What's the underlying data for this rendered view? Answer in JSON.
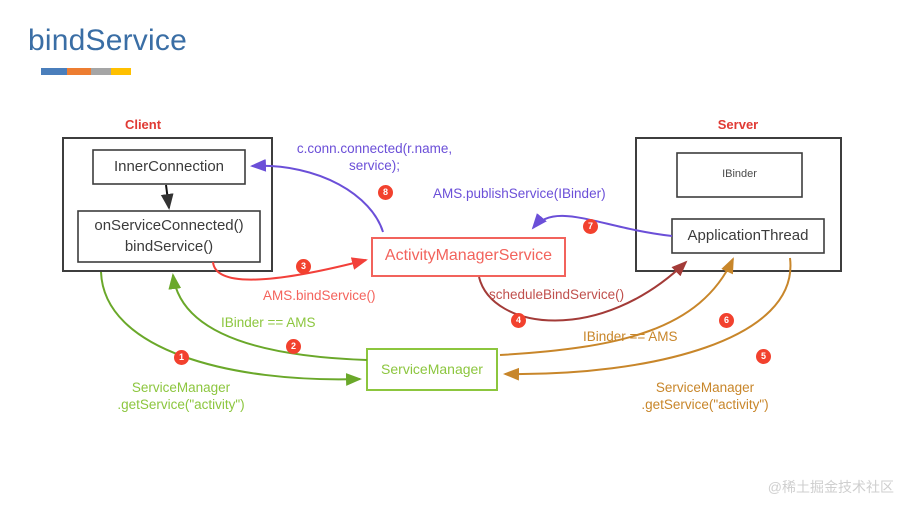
{
  "page": {
    "title": "bindService",
    "title_color": "#3a6ea5",
    "underline_segments": [
      "#4a7ebb",
      "#ed7d31",
      "#a5a5a5",
      "#ffc000"
    ],
    "watermark": "@稀土掘金技术社区"
  },
  "groups": [
    {
      "name": "client",
      "label": "Client",
      "color": "#e03a34"
    },
    {
      "name": "server",
      "label": "Server",
      "color": "#e03a34"
    }
  ],
  "nodes": {
    "inner_connection": "InnerConnection",
    "on_service_connected": "onServiceConnected()",
    "bind_service": "bindService()",
    "activity_manager_service": "ActivityManagerService",
    "service_manager": "ServiceManager",
    "ibinder": "IBinder",
    "application_thread": "ApplicationThread"
  },
  "annotations": [
    {
      "id": "a1",
      "text_line1": "ServiceManager",
      "text_line2": ".getService(\"activity\")",
      "color": "#8cc63e",
      "badge": "1"
    },
    {
      "id": "a2",
      "text_line1": "IBinder == AMS",
      "text_line2": "",
      "color": "#8cc63e",
      "badge": "2"
    },
    {
      "id": "a3",
      "text_line1": "AMS.bindService()",
      "text_line2": "",
      "color": "#f4635c",
      "badge": "3"
    },
    {
      "id": "a4",
      "text_line1": "scheduleBindService()",
      "text_line2": "",
      "color": "#c0504d",
      "badge": "4"
    },
    {
      "id": "a5",
      "text_line1": "ServiceManager",
      "text_line2": ".getService(\"activity\")",
      "color": "#c8862a",
      "badge": "5"
    },
    {
      "id": "a6",
      "text_line1": "IBinder == AMS",
      "text_line2": "",
      "color": "#c8862a",
      "badge": "6"
    },
    {
      "id": "a7",
      "text_line1": "AMS.publishService(IBinder)",
      "text_line2": "",
      "color": "#6b4fd8",
      "badge": "7"
    },
    {
      "id": "a8",
      "text_line1": "c.conn.connected(r.name,",
      "text_line2": "service);",
      "color": "#6b4fd8",
      "badge": "8"
    }
  ],
  "badges": {
    "b1": "1",
    "b2": "2",
    "b3": "3",
    "b4": "4",
    "b5": "5",
    "b6": "6",
    "b7": "7",
    "b8": "8"
  }
}
